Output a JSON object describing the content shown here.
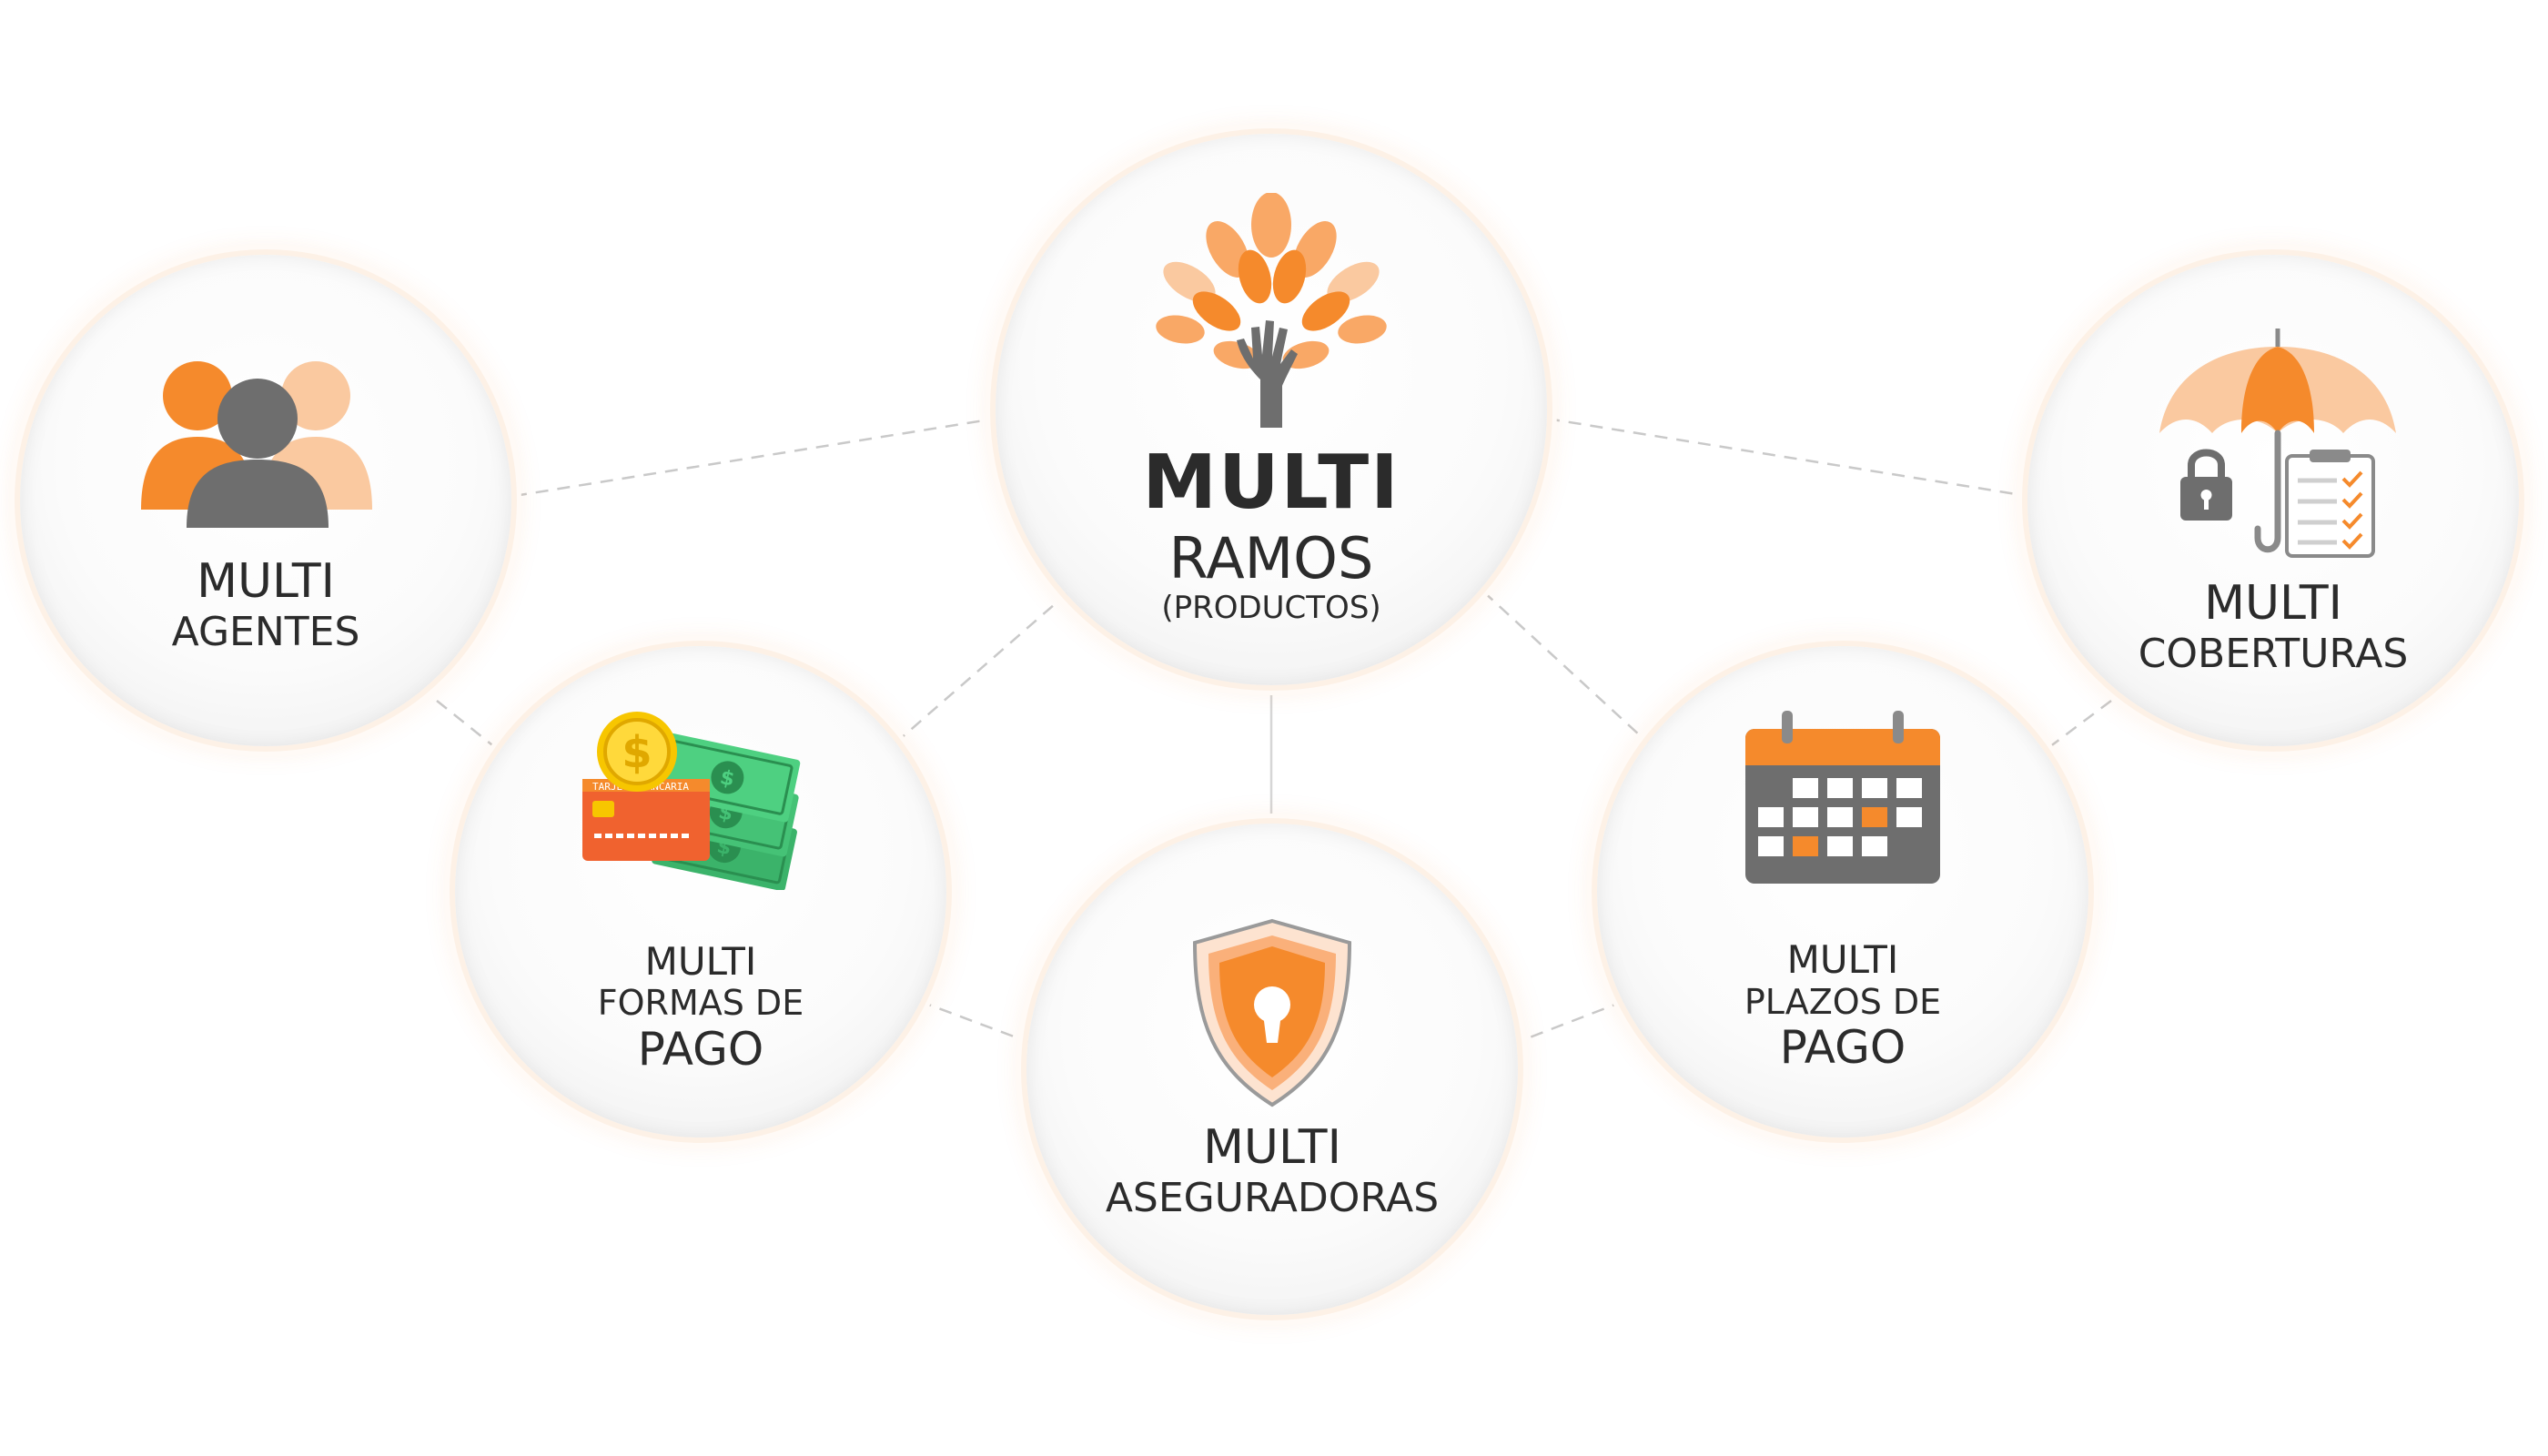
{
  "colors": {
    "accent": "#F58A2C",
    "accent_light": "#FAC9A0",
    "gray": "#6E6E6E",
    "money_green": "#3BB36A",
    "coin_yellow": "#F7C600"
  },
  "nodes": {
    "ramos": {
      "line1": "MULTI",
      "line2": "RAMOS",
      "line3": "(PRODUCTOS)",
      "icon": "tree-hand-icon"
    },
    "agentes": {
      "line1": "MULTI",
      "line2": "AGENTES",
      "icon": "people-group-icon"
    },
    "coberturas": {
      "line1": "MULTI",
      "line2": "COBERTURAS",
      "icon": "umbrella-lock-checklist-icon"
    },
    "formas": {
      "line1": "MULTI",
      "line2": "FORMAS DE",
      "line3": "PAGO",
      "icon": "card-cash-coin-icon",
      "card_text": "TARJETA BANCARIA"
    },
    "plazos": {
      "line1": "MULTI",
      "line2": "PLAZOS DE",
      "line3": "PAGO",
      "icon": "calendar-icon"
    },
    "aseguradoras": {
      "line1": "MULTI",
      "line2": "ASEGURADORAS",
      "icon": "shield-keyhole-icon"
    }
  }
}
